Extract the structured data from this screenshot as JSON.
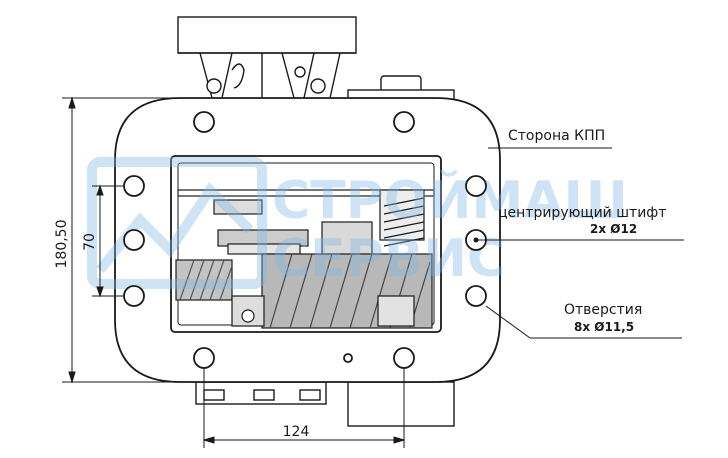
{
  "dimensions": {
    "height_outer": "180,50",
    "height_inner": "70",
    "width_holes": "124"
  },
  "annotations": {
    "side": "Сторона КПП",
    "pin_label": "центрирующий штифт",
    "pin_spec": "2х Ø12",
    "holes_label": "Отверстия",
    "holes_spec": "8х Ø11,5"
  },
  "watermark": {
    "line1": "СТРОЙМАШ",
    "line2": "СЕРВИС"
  },
  "colors": {
    "line": "#1a1a1a",
    "watermark": "#7fb8e6",
    "gear_fill": "#b8b8b8"
  }
}
